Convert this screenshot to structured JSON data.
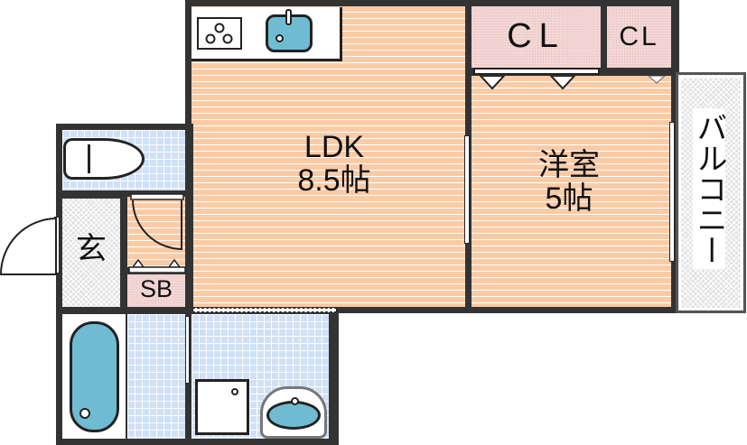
{
  "rooms": {
    "ldk": {
      "name": "LDK",
      "size": "8.5帖"
    },
    "bedroom": {
      "name": "洋室",
      "size": "5帖"
    },
    "closet1": {
      "name": "CL"
    },
    "closet2": {
      "name": "CL"
    },
    "entrance": {
      "name": "玄"
    },
    "shoe_box": {
      "name": "SB"
    },
    "balcony": {
      "name": "バルコニー"
    }
  },
  "colors": {
    "wall": "#333333",
    "floor_wood": "#fbcba6",
    "tile": "#cfe0f7",
    "fixture_blue": "#6fbcd2",
    "closet": "#f2d6d4"
  }
}
